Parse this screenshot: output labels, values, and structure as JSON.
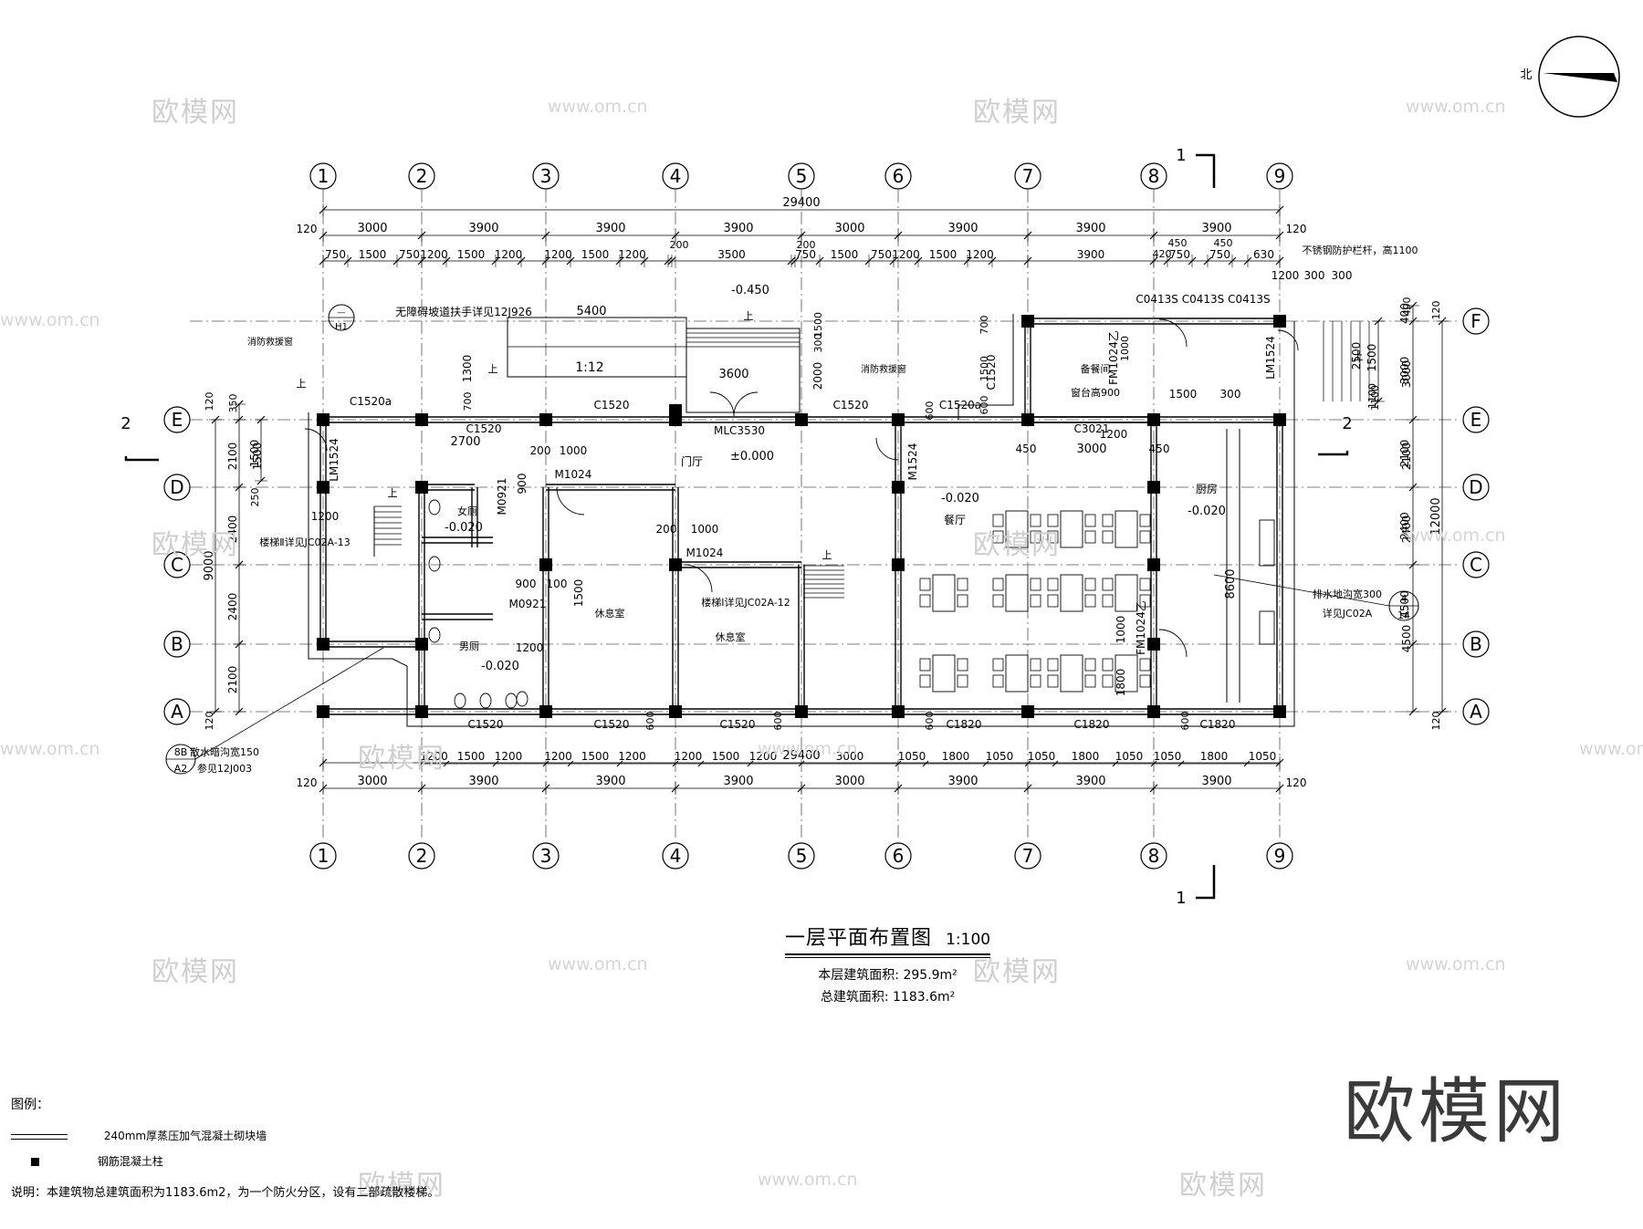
{
  "drawing": {
    "title": "一层平面布置图",
    "scale": "1:100",
    "floor_area_label": "本层建筑面积",
    "floor_area_value": "295.9m²",
    "total_area_label": "总建筑面积",
    "total_area_value": "1183.6m²",
    "north_label": "北"
  },
  "axes": {
    "columns": [
      "1",
      "2",
      "3",
      "4",
      "5",
      "6",
      "7",
      "8",
      "9"
    ],
    "rows": [
      "F",
      "E",
      "D",
      "C",
      "B",
      "A"
    ]
  },
  "dimensions": {
    "total": "29400",
    "bays": [
      "3000",
      "3900",
      "3900",
      "3900",
      "3000",
      "3900",
      "3900",
      "3900"
    ],
    "edge": "120",
    "top_detail": [
      "750",
      "1500",
      "750",
      "1200",
      "1500",
      "1200",
      "1200",
      "1500",
      "1200",
      "200",
      "3500",
      "200",
      "750",
      "1500",
      "750",
      "1200",
      "1500",
      "1200",
      "3900",
      "420",
      "750",
      "450",
      "750",
      "450",
      "630"
    ],
    "bottom_detail": [
      "1200",
      "1500",
      "1200",
      "1200",
      "1500",
      "1200",
      "1200",
      "1500",
      "1200",
      "3000",
      "1050",
      "1800",
      "1050",
      "1050",
      "1800",
      "1050",
      "1050",
      "1800",
      "1050"
    ],
    "right": [
      "400",
      "3000",
      "2100",
      "2400",
      "4500"
    ],
    "right_total": "12000",
    "right_small": [
      "1500",
      "1100",
      "2500"
    ],
    "left": [
      "350",
      "2100",
      "2400",
      "2400",
      "2100"
    ],
    "left_total": "9000",
    "left_small": [
      "1500",
      "250"
    ]
  },
  "labels": {
    "ramp_note": "无障碍坡道扶手详见12J926",
    "ramp_len": "5400",
    "ramp_slope": "1:12",
    "ramp_width": "3600",
    "ramp_elev": "-0.450",
    "rescue_window_1": "消防救援窗",
    "rescue_window_2": "消防救援窗",
    "lobby": "门厅",
    "lobby_elev": "±0.000",
    "dining": "餐厅",
    "dining_elev": "-0.020",
    "kitchen": "厨房",
    "kitchen_elev": "-0.020",
    "prep_room": "备餐间",
    "counter": "窗台高900",
    "female_wc": "女厕",
    "female_elev": "-0.020",
    "male_wc": "男厕",
    "male_elev": "-0.020",
    "rest_1": "休息室",
    "rest_2": "休息室",
    "stair_1_note": "楼梯Ⅱ详见JC02A-13",
    "stair_2_note": "楼梯Ⅰ详见JC02A-12",
    "drain_note": "排水地沟宽300",
    "drain_ref": "详见JC02A",
    "drain_num": "4",
    "drain_sheet": "14",
    "gutter_note": "散水暗沟宽150",
    "gutter_ref": "参见12J003",
    "gutter_num": "8B",
    "gutter_sheet": "A2",
    "railing": "不锈钢防护栏杆，高1100",
    "up": "上",
    "section_1": "1",
    "section_2": "2",
    "h1_top": "—",
    "h1_bottom": "H1"
  },
  "openings": {
    "mlc3530": "MLC3530",
    "lm1524_left": "LM1524",
    "lm1524_right": "LM1524",
    "m1524": "M1524",
    "m1024_a": "M1024",
    "m1024_b": "M1024",
    "m0921_a": "M0921",
    "m0921_b": "M0921",
    "fm1024_a": "FM1024乙",
    "fm1024_b": "FM1024乙",
    "c1520a_left": "C1520a",
    "c1520_1": "C1520",
    "c1520_2": "C1520",
    "c1520_3": "C1520",
    "c1520a_right": "C1520a",
    "c1520_v": "C1520",
    "c3021": "C3021",
    "c0413": "C0413S C0413S C0413S",
    "c1520_b1": "C1520",
    "c1520_b2": "C1520",
    "c1520_b3": "C1520",
    "c1820_1": "C1820",
    "c1820_2": "C1820",
    "c1820_3": "C1820",
    "sill_1": "600",
    "sill_2": "600",
    "sill_3": "600",
    "sill_4": "600"
  },
  "interior_dims": {
    "d2700": "2700",
    "d200a": "200",
    "d1000a": "1000",
    "d900a": "900",
    "d1200": "1200",
    "d900b": "900",
    "d100": "100",
    "d1500a": "1500",
    "d1200b": "1200",
    "d200b": "200",
    "d1000b": "1000",
    "d450a": "450",
    "d3000": "3000",
    "d450b": "450",
    "d1500b": "1500",
    "d300": "300",
    "d8600": "8600",
    "d1800": "1800",
    "d1000c": "1000",
    "d1300": "1300",
    "d700": "700",
    "d2000": "2000",
    "d300b": "300",
    "d1500c": "1500",
    "d600": "600",
    "d700b": "700",
    "d1500d": "1500",
    "d600b": "600",
    "d1000d": "1000",
    "d1200c": "1200",
    "d1200s": "1200",
    "d300s": "300",
    "d300t": "300",
    "d1500e": "1500",
    "d1100": "1100"
  },
  "legend": {
    "title": "图例：",
    "wall": "240mm厚蒸压加气混凝土砌块墙",
    "column": "钢筋混凝土柱",
    "note": "说明：本建筑物总建筑面积为1183.6m2，为一个防火分区，设有二部疏散楼梯。"
  },
  "watermark": {
    "brand": "欧模网",
    "url": "www.om.cn"
  }
}
